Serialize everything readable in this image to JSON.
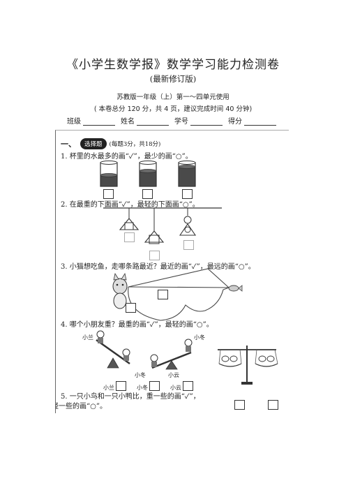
{
  "header": {
    "title": "《小学生数学报》数学学习能力检测卷",
    "subtitle": "(最新修订版)",
    "edition": "苏教版一年级（上）第一～四单元使用",
    "info": "( 本卷总分  120 分，共 4 页，建议完成时间  40 分钟)",
    "fields": [
      "班级",
      "姓名",
      "学号",
      "得分"
    ]
  },
  "section": {
    "number": "一、",
    "badge": "选择题",
    "scoring": "(每题3分，共18分)"
  },
  "questions": [
    {
      "number": "1.",
      "text": "1. 杯里的水最多的画“✓”，最少的画“○”。"
    },
    {
      "number": "2.",
      "text": "2. 在最重的下面画“✓”，最轻的下面画“○”。"
    },
    {
      "number": "3.",
      "text": "3. 小猫想吃鱼，走哪条路最近？最近的画“✓”，最远的画“○”。"
    },
    {
      "number": "4.",
      "text": "4. 哪个小朋友重？最重的画“✓”，最轻的画“○”。"
    },
    {
      "number": "5.",
      "text": "5. 一只小鸟和一只小鸭比，重一些的画“✓”，",
      "text2": "轻一些的画“○”。"
    }
  ],
  "q4_names": {
    "top_left": "小兰",
    "top_right": "小冬",
    "mid_left": "小冬",
    "mid_right": "小云",
    "answer_labels": [
      "小兰",
      "小冬",
      "小云"
    ]
  },
  "colors": {
    "water_dark": "#4a4a4a",
    "water_light": "#9a9a9a",
    "badge_bg": "#222222"
  }
}
